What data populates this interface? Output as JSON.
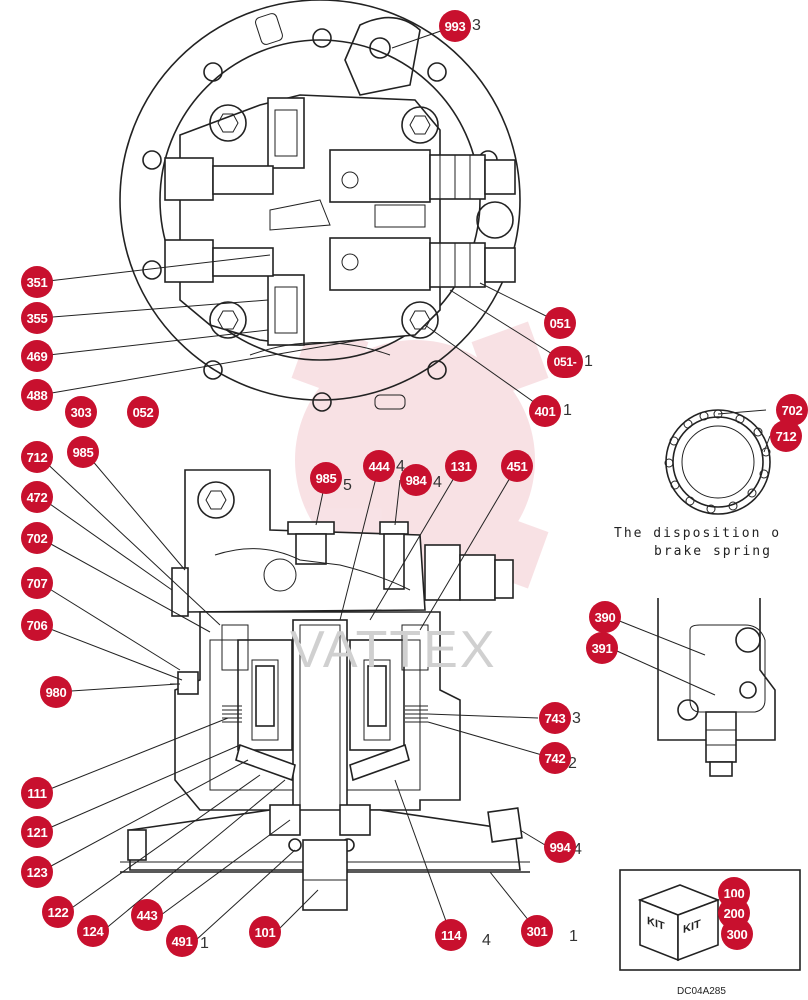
{
  "caption": {
    "line1": "The disposition o",
    "line2": "brake spring"
  },
  "drawing_code": "DC04A285",
  "watermark_text": "VATTEX",
  "accent_color": "#c8102e",
  "callouts": [
    {
      "id": "c-993",
      "label": "993",
      "ghost": "3"
    },
    {
      "id": "c-351",
      "label": "351",
      "ghost": ""
    },
    {
      "id": "c-355",
      "label": "355",
      "ghost": ""
    },
    {
      "id": "c-469",
      "label": "469",
      "ghost": ""
    },
    {
      "id": "c-488",
      "label": "488",
      "ghost": ""
    },
    {
      "id": "c-303",
      "label": "303",
      "ghost": ""
    },
    {
      "id": "c-052",
      "label": "052",
      "ghost": ""
    },
    {
      "id": "c-051",
      "label": "051",
      "ghost": ""
    },
    {
      "id": "c-051-1",
      "label": "051-",
      "ghost": "1"
    },
    {
      "id": "c-401",
      "label": "401",
      "ghost": "1"
    },
    {
      "id": "c-702a",
      "label": "702",
      "ghost": ""
    },
    {
      "id": "c-712a",
      "label": "712",
      "ghost": ""
    },
    {
      "id": "c-712b",
      "label": "712",
      "ghost": ""
    },
    {
      "id": "c-985a",
      "label": "985",
      "ghost": ""
    },
    {
      "id": "c-985b",
      "label": "985",
      "ghost": "5"
    },
    {
      "id": "c-444",
      "label": "444",
      "ghost": "4"
    },
    {
      "id": "c-984",
      "label": "984",
      "ghost": "4"
    },
    {
      "id": "c-131",
      "label": "131",
      "ghost": ""
    },
    {
      "id": "c-451",
      "label": "451",
      "ghost": ""
    },
    {
      "id": "c-472",
      "label": "472",
      "ghost": ""
    },
    {
      "id": "c-702b",
      "label": "702",
      "ghost": ""
    },
    {
      "id": "c-707",
      "label": "707",
      "ghost": ""
    },
    {
      "id": "c-706",
      "label": "706",
      "ghost": ""
    },
    {
      "id": "c-980",
      "label": "980",
      "ghost": ""
    },
    {
      "id": "c-390",
      "label": "390",
      "ghost": ""
    },
    {
      "id": "c-391",
      "label": "391",
      "ghost": ""
    },
    {
      "id": "c-743",
      "label": "743",
      "ghost": "3"
    },
    {
      "id": "c-742",
      "label": "742",
      "ghost": "2"
    },
    {
      "id": "c-111",
      "label": "111",
      "ghost": ""
    },
    {
      "id": "c-121",
      "label": "121",
      "ghost": ""
    },
    {
      "id": "c-123",
      "label": "123",
      "ghost": ""
    },
    {
      "id": "c-994",
      "label": "994",
      "ghost": "4"
    },
    {
      "id": "c-122",
      "label": "122",
      "ghost": ""
    },
    {
      "id": "c-124",
      "label": "124",
      "ghost": ""
    },
    {
      "id": "c-443",
      "label": "443",
      "ghost": ""
    },
    {
      "id": "c-491",
      "label": "491",
      "ghost": "1"
    },
    {
      "id": "c-101",
      "label": "101",
      "ghost": ""
    },
    {
      "id": "c-114",
      "label": "114",
      "ghost": "4"
    },
    {
      "id": "c-301",
      "label": "301",
      "ghost": "1"
    },
    {
      "id": "c-100",
      "label": "100",
      "ghost": ""
    },
    {
      "id": "c-200",
      "label": "200",
      "ghost": ""
    },
    {
      "id": "c-300",
      "label": "300",
      "ghost": ""
    }
  ],
  "kit_labels": [
    "KIT",
    "KIT"
  ]
}
